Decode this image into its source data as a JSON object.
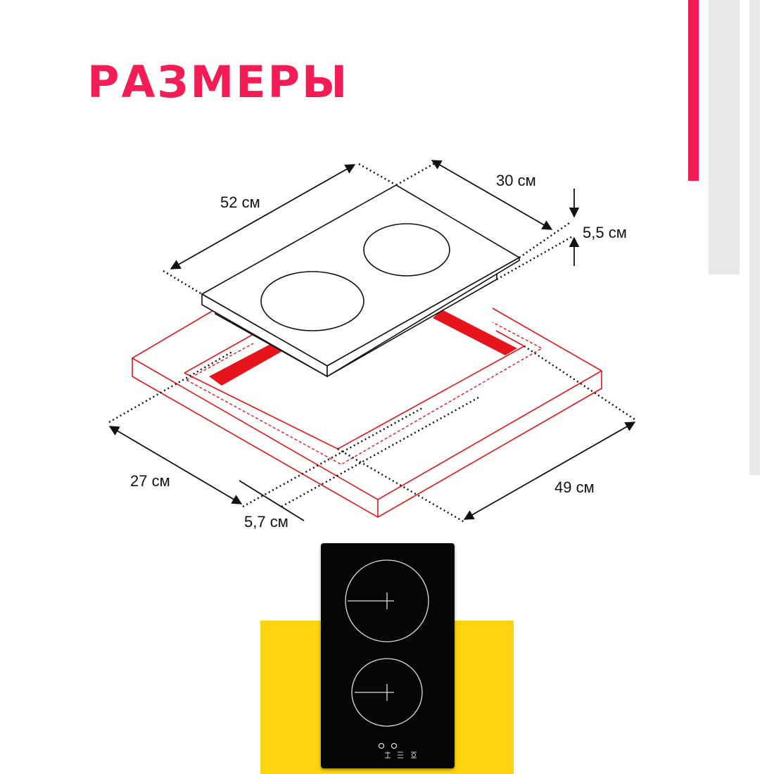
{
  "title": "РАЗМЕРЫ",
  "dimensions": {
    "width_top": "52 см",
    "depth_top": "30 см",
    "height": "5,5 см",
    "cutout_depth": "27 см",
    "cutout_offset": "5,7 см",
    "cutout_width": "49 см"
  },
  "colors": {
    "accent": "#F41C54",
    "yellow": "#FDD40E",
    "countertop": "#E8141B",
    "gray": "#E8E8E8"
  }
}
